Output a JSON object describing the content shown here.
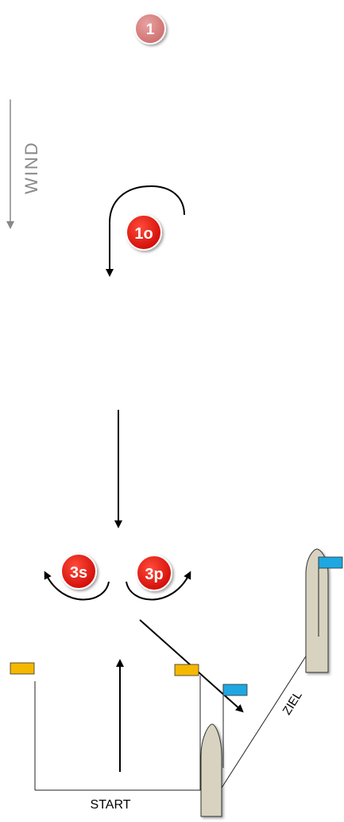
{
  "wind": {
    "label": "WIND"
  },
  "marks": {
    "m1": {
      "label": "1",
      "color": "#d98080"
    },
    "m1o": {
      "label": "1o",
      "color": "#e0140f"
    },
    "m3s": {
      "label": "3s",
      "color": "#e0140f"
    },
    "m3p": {
      "label": "3p",
      "color": "#e0140f"
    }
  },
  "start_line": {
    "label": "START"
  },
  "finish_line": {
    "label": "ZIEL"
  },
  "colors": {
    "flag_yellow": "#f5b800",
    "flag_blue": "#1ea7e0",
    "boat": "#d8d3c0",
    "arrow": "#000000"
  }
}
